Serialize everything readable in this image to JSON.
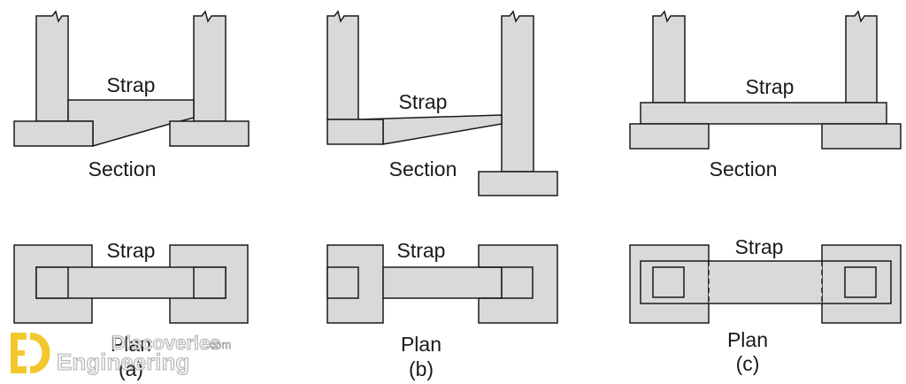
{
  "figures": [
    {
      "id": "a",
      "section_strap_label": "Strap",
      "section_label": "Section",
      "plan_strap_label": "Strap",
      "plan_label": "Plan",
      "caption": "(a)"
    },
    {
      "id": "b",
      "section_strap_label": "Strap",
      "section_label": "Section",
      "plan_strap_label": "Strap",
      "plan_label": "Plan",
      "caption": "(b)"
    },
    {
      "id": "c",
      "section_strap_label": "Strap",
      "section_label": "Section",
      "plan_strap_label": "Strap",
      "plan_label": "Plan",
      "caption": "(c)"
    }
  ],
  "watermark": {
    "line1": "Discoveries",
    "line1_suffix": ".com",
    "line2": "Engineering",
    "logo_color": "#f2c318"
  }
}
